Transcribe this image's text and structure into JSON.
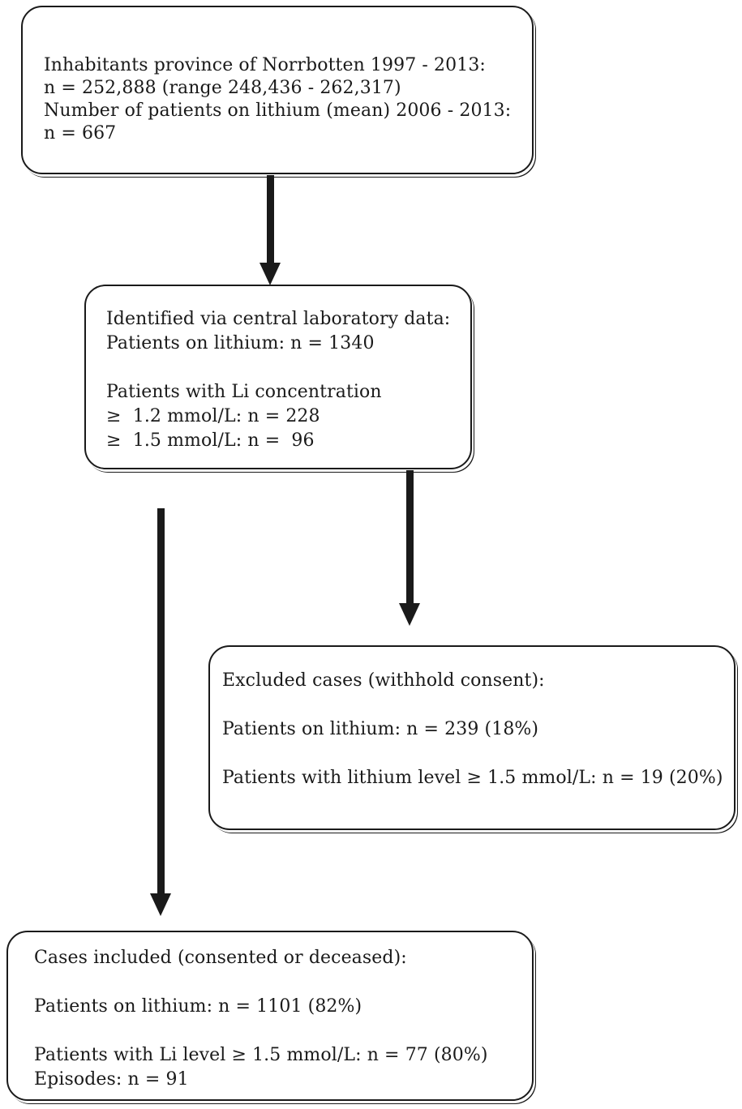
{
  "box_population": {
    "lines": [
      "Inhabitants province of Norrbotten 1997 - 2013:",
      "n = 252,888 (range 248,436 - 262,317)",
      "Number of patients on lithium (mean) 2006 - 2013:",
      "n = 667"
    ]
  },
  "box_identified": {
    "lines": [
      "Identified via central laboratory data:",
      "Patients on lithium: n = 1340",
      "Patients with Li concentration",
      "≥  1.2 mmol/L: n = 228",
      "≥  1.5 mmol/L: n =  96"
    ]
  },
  "box_excluded": {
    "lines": [
      "Excluded cases (withhold consent):",
      "Patients on lithium: n = 239 (18%)",
      "Patients with lithium level ≥ 1.5 mmol/L: n = 19 (20%)"
    ]
  },
  "box_included": {
    "lines": [
      "Cases included (consented or deceased):",
      "Patients on lithium: n = 1101 (82%)",
      "Patients with Li level ≥ 1.5 mmol/L: n = 77 (80%)",
      "Episodes: n = 91"
    ]
  }
}
